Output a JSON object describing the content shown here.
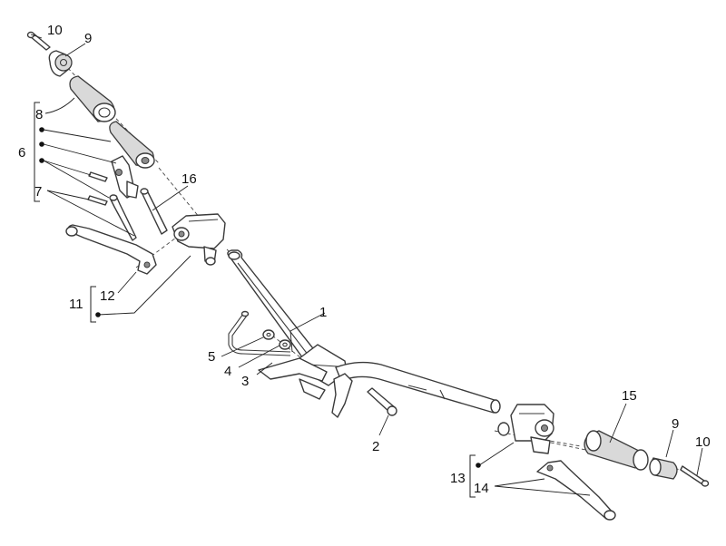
{
  "callouts": {
    "n1": "1",
    "n2": "2",
    "n3": "3",
    "n4": "4",
    "n5": "5",
    "n6": "6",
    "n7": "7",
    "n8": "8",
    "n9_top": "9",
    "n9_bottom": "9",
    "n10_top": "10",
    "n10_bottom": "10",
    "n11": "11",
    "n12": "12",
    "n13": "13",
    "n14": "14",
    "n15": "15",
    "n16": "16"
  }
}
